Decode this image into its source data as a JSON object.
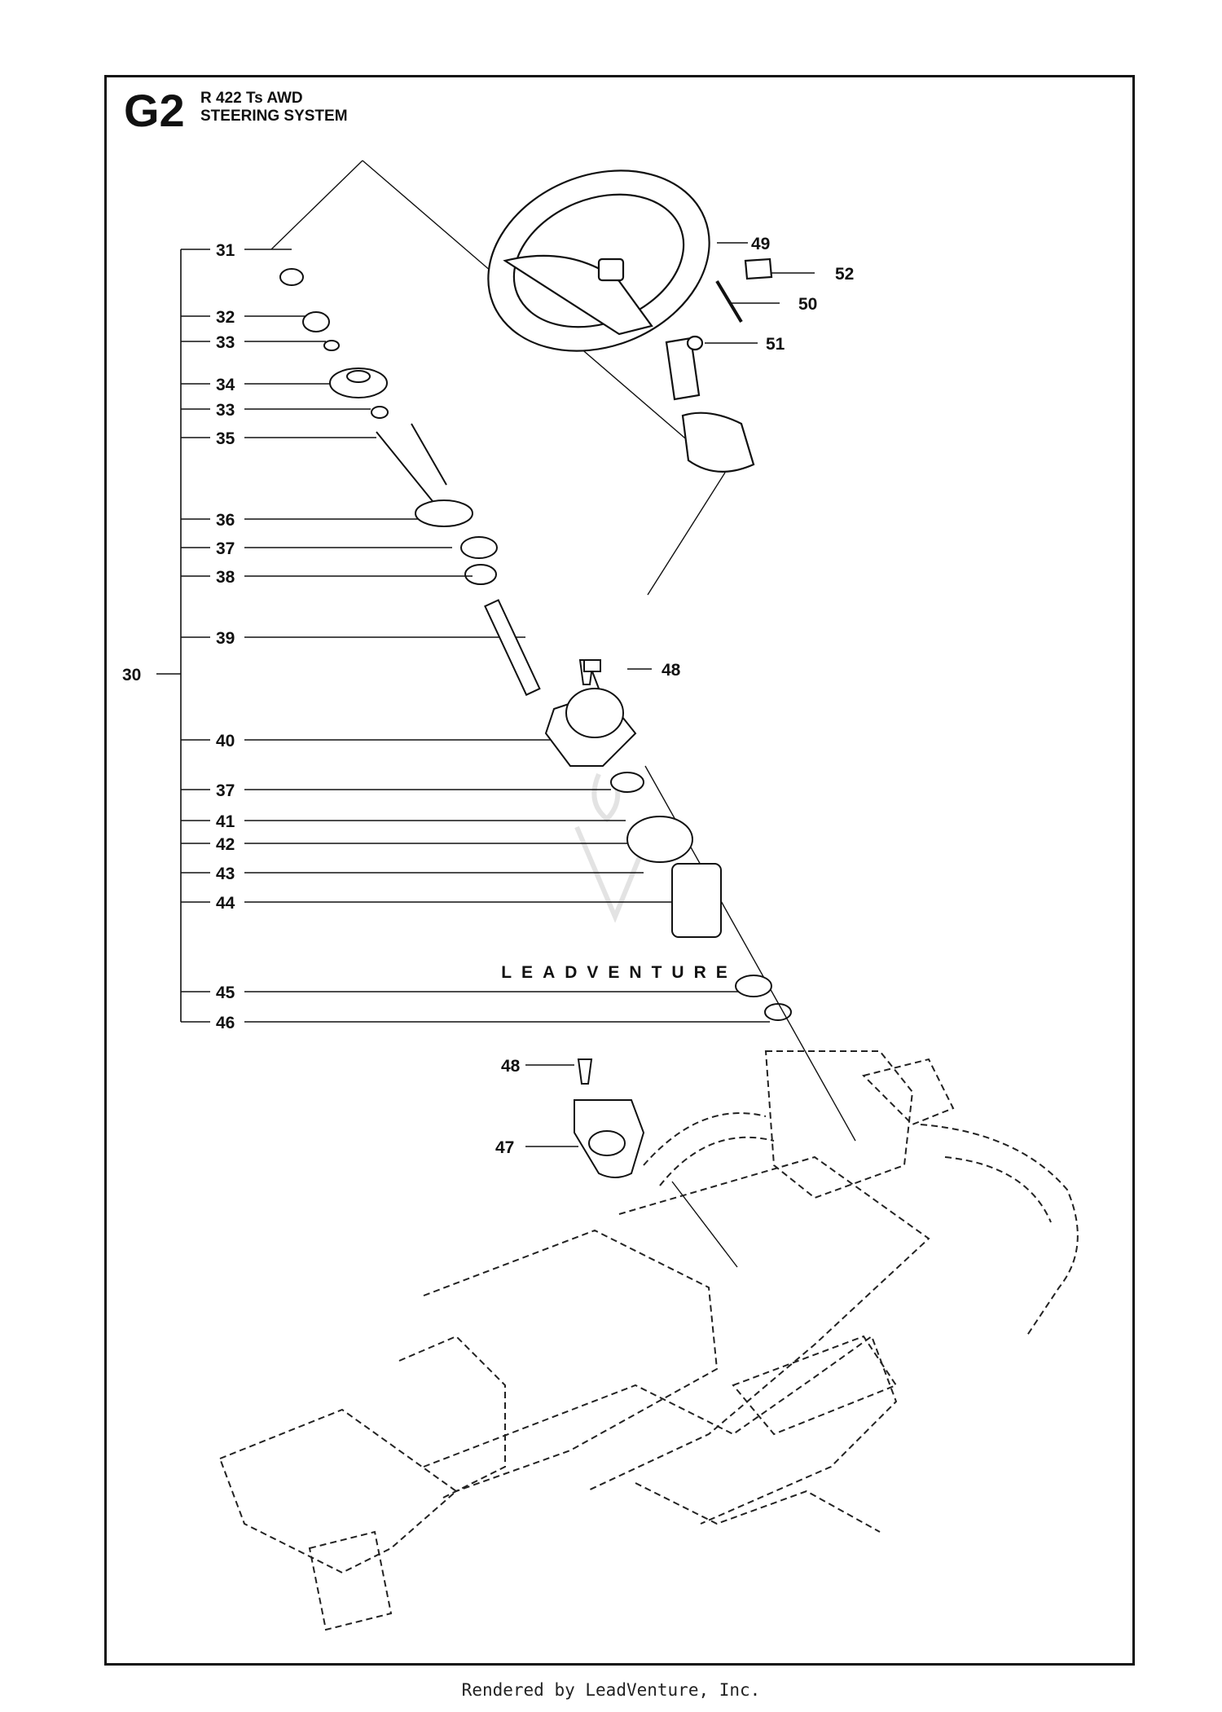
{
  "header": {
    "section_code": "G2",
    "model": "R 422 Ts AWD",
    "system": "STEERING SYSTEM"
  },
  "callouts": [
    {
      "id": "30",
      "label": "30"
    },
    {
      "id": "31",
      "label": "31"
    },
    {
      "id": "32",
      "label": "32"
    },
    {
      "id": "33a",
      "label": "33"
    },
    {
      "id": "34",
      "label": "34"
    },
    {
      "id": "33b",
      "label": "33"
    },
    {
      "id": "35",
      "label": "35"
    },
    {
      "id": "36",
      "label": "36"
    },
    {
      "id": "37a",
      "label": "37"
    },
    {
      "id": "38",
      "label": "38"
    },
    {
      "id": "39",
      "label": "39"
    },
    {
      "id": "40",
      "label": "40"
    },
    {
      "id": "37b",
      "label": "37"
    },
    {
      "id": "41",
      "label": "41"
    },
    {
      "id": "42",
      "label": "42"
    },
    {
      "id": "43",
      "label": "43"
    },
    {
      "id": "44",
      "label": "44"
    },
    {
      "id": "45",
      "label": "45"
    },
    {
      "id": "46",
      "label": "46"
    },
    {
      "id": "48a",
      "label": "48"
    },
    {
      "id": "48b",
      "label": "48"
    },
    {
      "id": "47",
      "label": "47"
    },
    {
      "id": "49",
      "label": "49"
    },
    {
      "id": "52",
      "label": "52"
    },
    {
      "id": "50",
      "label": "50"
    },
    {
      "id": "51",
      "label": "51"
    }
  ],
  "watermark": "LEADVENTURE",
  "footer": "Rendered by LeadVenture, Inc."
}
